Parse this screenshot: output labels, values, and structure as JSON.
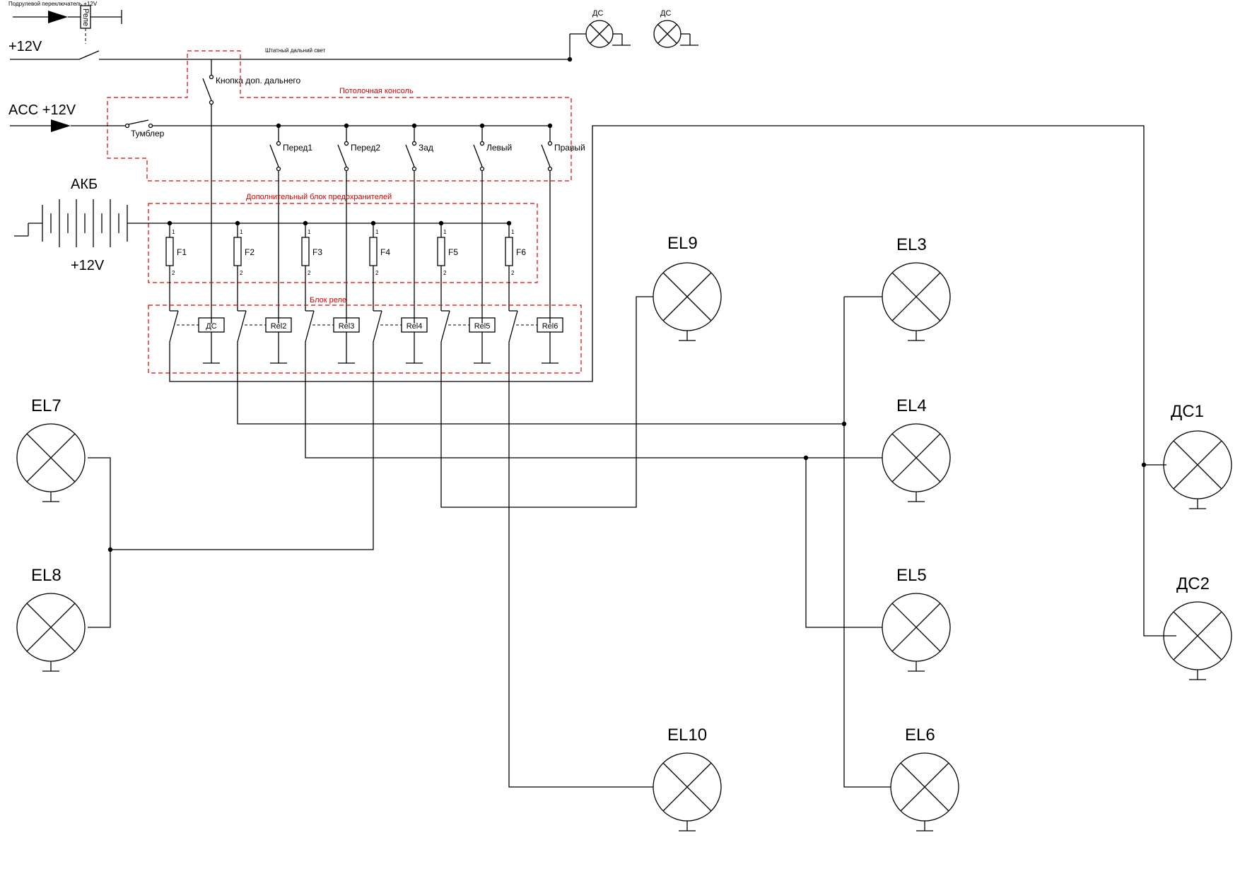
{
  "labels": {
    "hint_left": "Подрулевой переключатель +12V",
    "rele_box": "Реле",
    "plus12_top": "+12V",
    "shtatny": "Штатный дальний свет",
    "ds_top1": "ДС",
    "ds_top2": "ДС",
    "knopka": "Кнопка доп. дальнего",
    "acc": "ACC +12V",
    "tumbler": "Тумблер",
    "akb": "АКБ",
    "plus12_akb": "+12V"
  },
  "blocks": {
    "console": "Потолочная консоль",
    "fuses": "Дополнительный блок предохранителей",
    "relays": "Блок реле"
  },
  "switches": [
    "Перед1",
    "Перед2",
    "Зад",
    "Левый",
    "Правый"
  ],
  "fuses": [
    "F1",
    "F2",
    "F3",
    "F4",
    "F5",
    "F6"
  ],
  "fuse_pins": {
    "top": "1",
    "bottom": "2"
  },
  "relays": [
    "ДС",
    "Rel2",
    "Rel3",
    "Rel4",
    "Rel5",
    "Rel6"
  ],
  "lamps": {
    "el3": "EL3",
    "el4": "EL4",
    "el5": "EL5",
    "el6": "EL6",
    "el7": "EL7",
    "el8": "EL8",
    "el9": "EL9",
    "el10": "EL10",
    "ds1": "ДС1",
    "ds2": "ДС2"
  }
}
